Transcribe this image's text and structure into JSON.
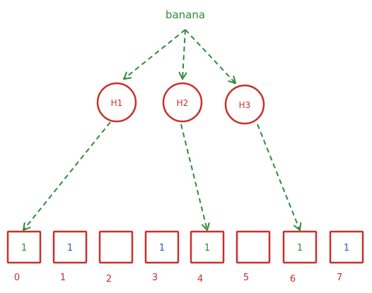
{
  "input": {
    "word": "banana"
  },
  "hashes": [
    {
      "label": "H1",
      "target_index": 0
    },
    {
      "label": "H2",
      "target_index": 4
    },
    {
      "label": "H3",
      "target_index": 6
    }
  ],
  "bit_array": {
    "indices": [
      "0",
      "1",
      "2",
      "3",
      "4",
      "5",
      "6",
      "7"
    ],
    "values": [
      "1",
      "1",
      "",
      "1",
      "1",
      "",
      "1",
      "1"
    ],
    "value_colors": [
      "#2e8b3d",
      "#2a55c4",
      "",
      "#2a55c4",
      "#2e8b3d",
      "",
      "#2e8b3d",
      "#2a55c4"
    ]
  },
  "colors": {
    "green": "#2e8b3d",
    "red": "#c9302c",
    "blue": "#2a55c4"
  }
}
